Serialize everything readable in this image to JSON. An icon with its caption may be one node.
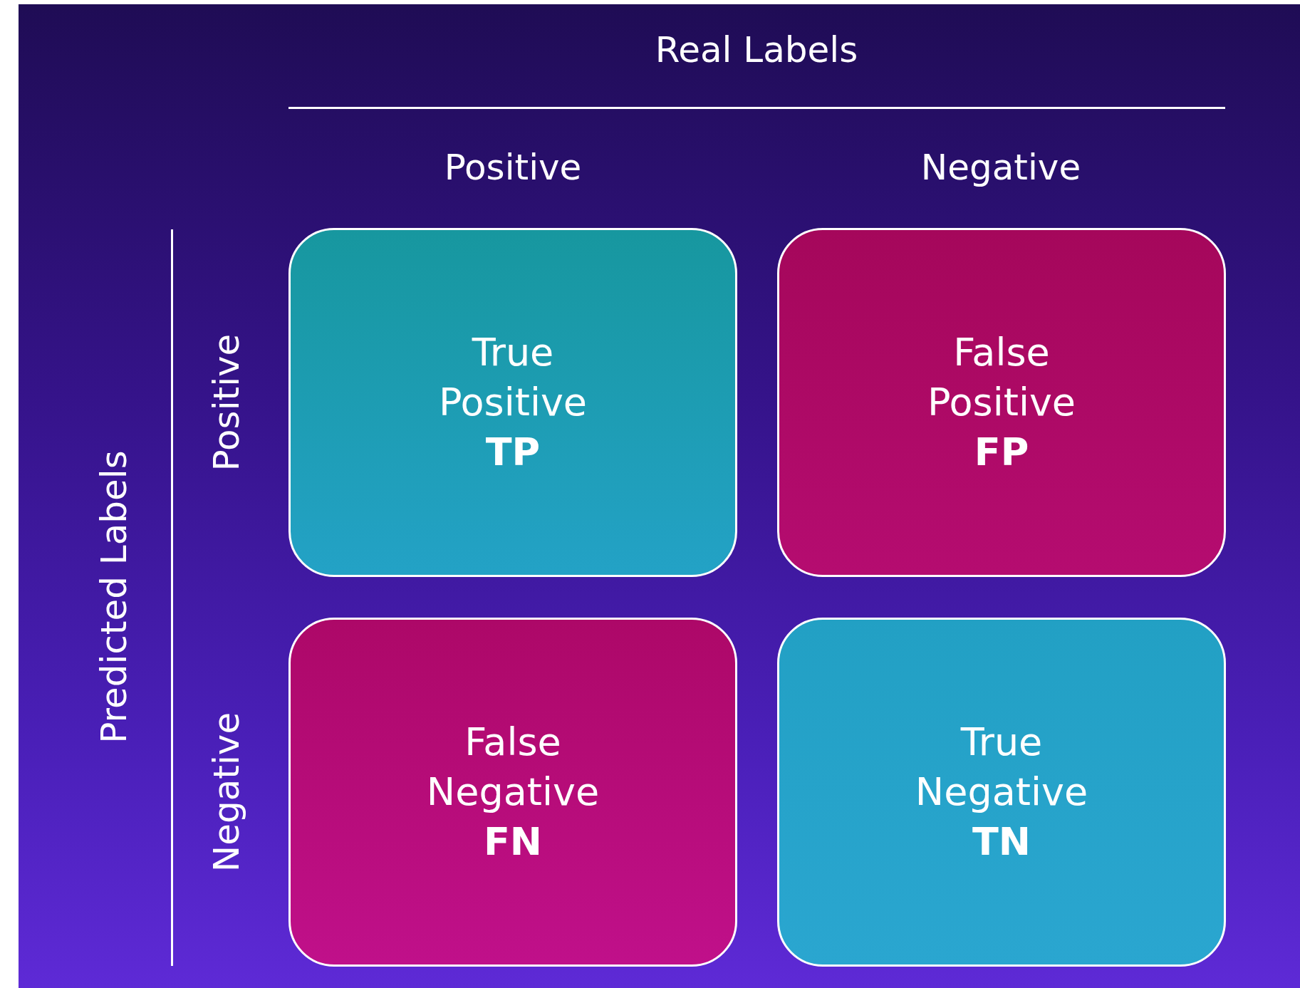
{
  "diagram": {
    "nodes": [
      {
        "text": [
          "True Positive",
          "TP"
        ]
      },
      {
        "text": [
          "False Positive",
          "FP"
        ]
      },
      {
        "text": [
          "False Negative",
          "FN"
        ]
      },
      {
        "text": [
          "True Negative",
          "TN"
        ]
      }
    ],
    "labels": [
      "Real Labels",
      "Positive",
      "Negative",
      "Predicted Labels",
      "Positive",
      "Negative"
    ]
  }
}
